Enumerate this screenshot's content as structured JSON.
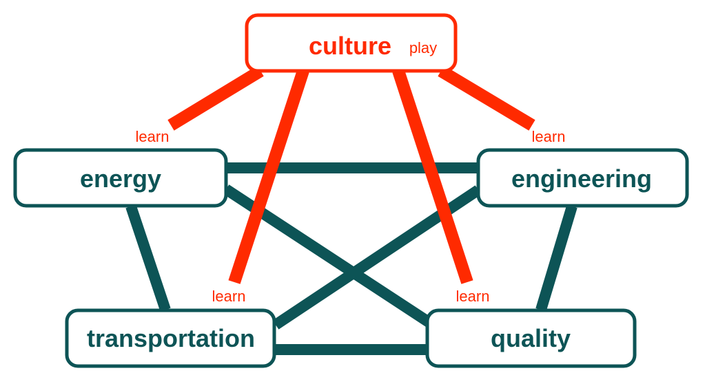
{
  "colors": {
    "primary": "#0d5456",
    "accent": "#ff2a00",
    "background": "#ffffff"
  },
  "nodes": {
    "culture": {
      "label": "culture",
      "tag": "play"
    },
    "energy": {
      "label": "energy"
    },
    "engineering": {
      "label": "engineering"
    },
    "transportation": {
      "label": "transportation"
    },
    "quality": {
      "label": "quality"
    }
  },
  "edges": {
    "culture_energy": "learn",
    "culture_engineering": "learn",
    "culture_transportation": "learn",
    "culture_quality": "learn"
  }
}
